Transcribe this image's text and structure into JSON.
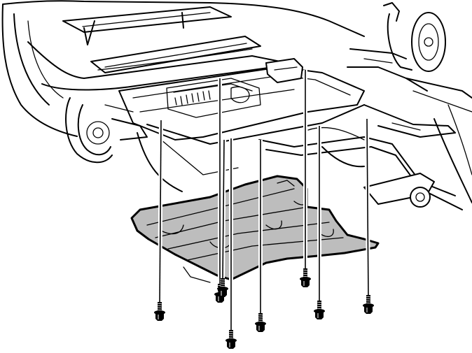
{
  "diagram": {
    "subject": "engine-splash-shield-installation",
    "colors": {
      "line": "#000000",
      "background": "#ffffff",
      "shield_fill": "#bdbdbd",
      "shield_edge": "#000000"
    },
    "fastener_count": 8,
    "fasteners": [
      {
        "id": "bolt-1",
        "icon": "hex-flange-bolt-icon"
      },
      {
        "id": "bolt-2",
        "icon": "hex-flange-bolt-icon"
      },
      {
        "id": "bolt-3",
        "icon": "hex-flange-bolt-icon"
      },
      {
        "id": "bolt-4",
        "icon": "hex-flange-bolt-icon"
      },
      {
        "id": "bolt-5",
        "icon": "hex-flange-bolt-icon"
      },
      {
        "id": "bolt-6",
        "icon": "hex-flange-bolt-icon"
      },
      {
        "id": "bolt-7",
        "icon": "hex-flange-bolt-icon"
      },
      {
        "id": "bolt-8",
        "icon": "hex-flange-bolt-icon"
      }
    ]
  }
}
